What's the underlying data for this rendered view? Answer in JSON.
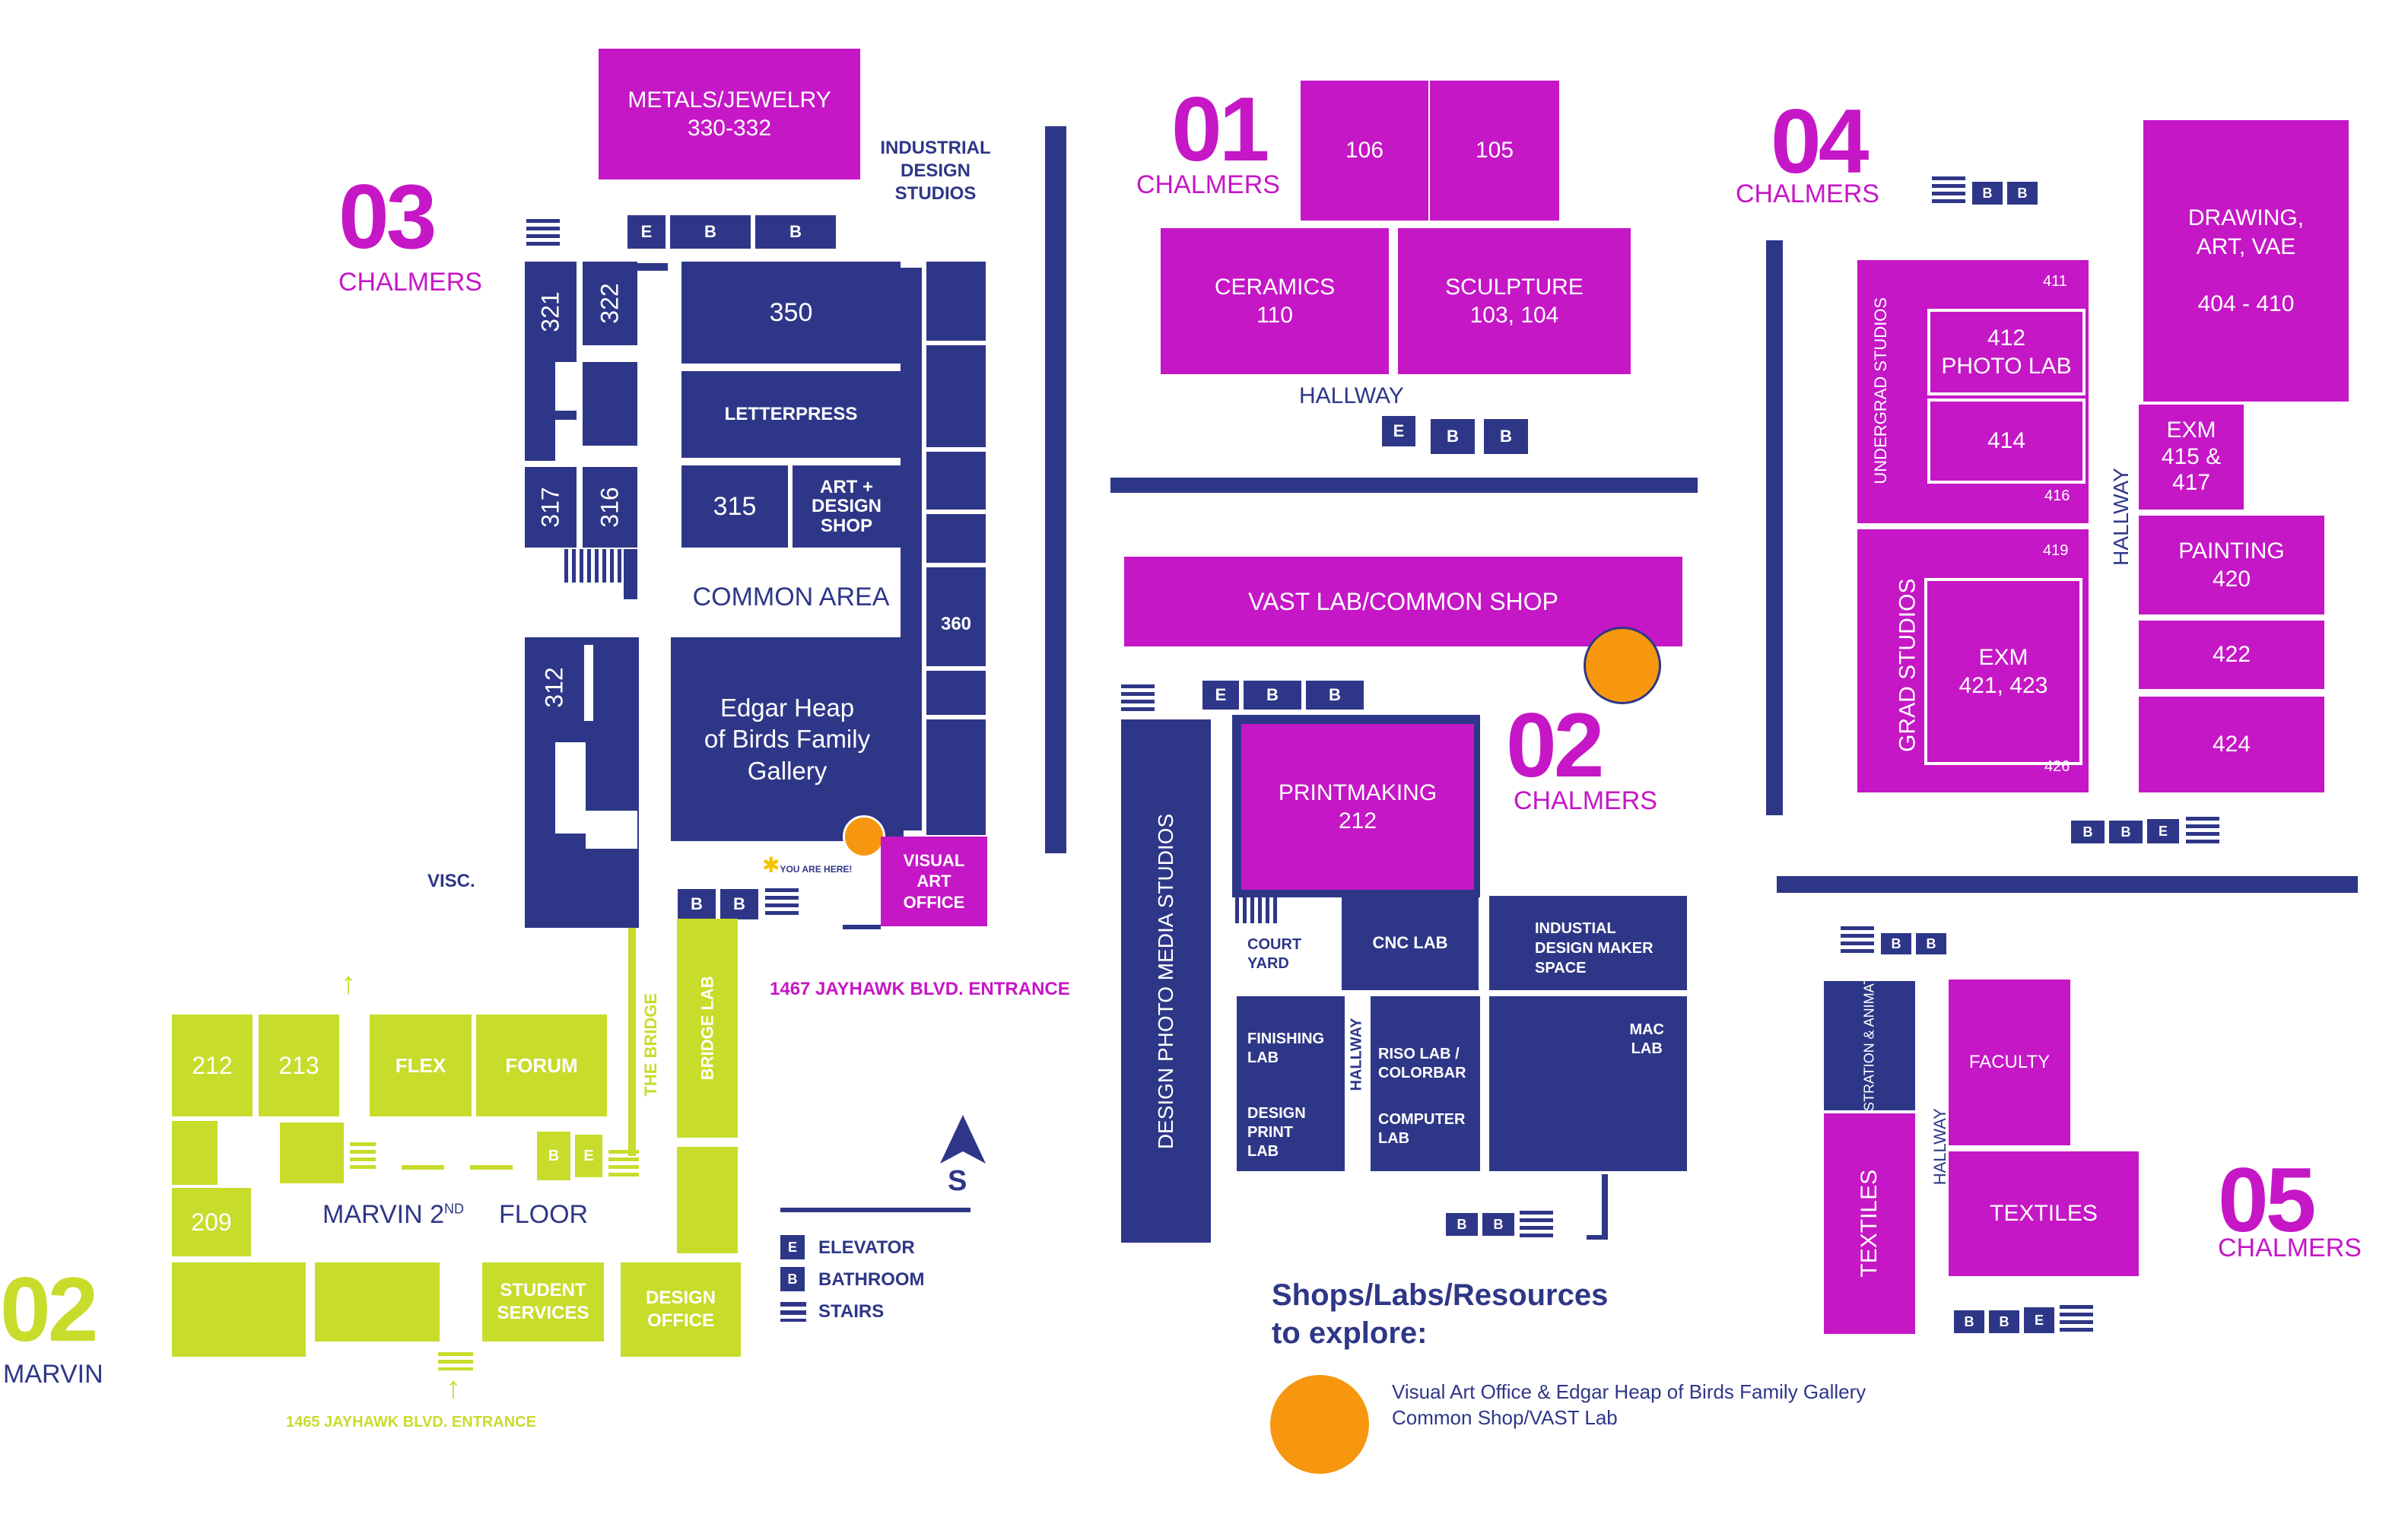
{
  "buildings": {
    "c03": {
      "number": "03",
      "name": "CHALMERS"
    },
    "c01": {
      "number": "01",
      "name": "CHALMERS"
    },
    "c04": {
      "number": "04",
      "name": "CHALMERS"
    },
    "c02": {
      "number": "02",
      "name": "CHALMERS"
    },
    "c05": {
      "number": "05",
      "name": "CHALMERS"
    },
    "m02": {
      "number": "02",
      "name": "MARVIN"
    }
  },
  "rooms03": {
    "metals": "METALS/JEWELRY\n330-332",
    "r350": "350",
    "letterpress": "LETTERPRESS",
    "r315": "315",
    "shop": "ART +\nDESIGN\nSHOP",
    "r321": "321",
    "r322": "322",
    "r317": "317",
    "r316": "316",
    "r312": "312",
    "r360": "360",
    "gallery": "Edgar Heap\nof Birds Family\nGallery",
    "vao": "VISUAL\nART\nOFFICE",
    "common": "COMMON AREA",
    "ids": "INDUSTRIAL\nDESIGN\nSTUDIOS",
    "visc": "VISC.",
    "you": "YOU ARE HERE!",
    "entrance": "1467 JAYHAWK BLVD. ENTRANCE"
  },
  "rooms01": {
    "r106": "106",
    "r105": "105",
    "ceramics": "CERAMICS\n110",
    "sculpture": "SCULPTURE\n103, 104",
    "hallway": "HALLWAY"
  },
  "rooms04": {
    "drawing": "DRAWING,\nART, VAE\n\n404 - 410",
    "r411": "411",
    "photo": "412\nPHOTO LAB",
    "r414": "414",
    "r416": "416",
    "undergrad": "UNDERGRAD STUDIOS",
    "r419": "419",
    "exm421": "EXM\n421, 423",
    "r426": "426",
    "grad": "GRAD STUDIOS",
    "exm415": "EXM\n415 &\n417",
    "painting": "PAINTING\n420",
    "r422": "422",
    "r424": "424",
    "hallway": "HALLWAY"
  },
  "rooms02": {
    "vast": "VAST LAB/COMMON SHOP",
    "printmaking": "PRINTMAKING\n212",
    "dpms": "DESIGN PHOTO MEDIA STUDIOS",
    "courtyard": "COURT\nYARD",
    "cnc": "CNC LAB",
    "maker": "INDUSTIAL\nDESIGN MAKER\nSPACE",
    "finishing": "FINISHING\nLAB",
    "dprint": "DESIGN\nPRINT\nLAB",
    "hallway": "HALLWAY",
    "riso": "RISO LAB /\nCOLORBAR",
    "computer": "COMPUTER\nLAB",
    "mac": "MAC\nLAB"
  },
  "rooms05": {
    "illustration": "ILLUSTRATION\n& ANIMATION",
    "textiles_v": "TEXTILES",
    "faculty": "FACULTY",
    "textiles": "TEXTILES",
    "hallway": "HALLWAY"
  },
  "marvin": {
    "r212": "212",
    "r213": "213",
    "flex": "FLEX",
    "forum": "FORUM",
    "r209": "209",
    "floor_a": "MARVIN 2",
    "floor_sup": "ND",
    "floor_b": "FLOOR",
    "student": "STUDENT\nSERVICES",
    "design_office": "DESIGN\nOFFICE",
    "bridge": "THE BRIDGE",
    "bridge_lab": "BRIDGE LAB",
    "entrance": "1465 JAYHAWK BLVD. ENTRANCE"
  },
  "icons": {
    "e": "E",
    "b": "B"
  },
  "compass": "S",
  "legend": {
    "elevator": "ELEVATOR",
    "bathroom": "BATHROOM",
    "stairs": "STAIRS"
  },
  "resources": {
    "title": "Shops/Labs/Resources\nto explore:",
    "line1": "Visual Art Office & Edgar Heap of Birds Family Gallery",
    "line2": "Common Shop/VAST Lab"
  },
  "colors": {
    "navy": "#2e3787",
    "magenta": "#c517c6",
    "lime": "#c8dc2c",
    "orange": "#f7960f"
  }
}
